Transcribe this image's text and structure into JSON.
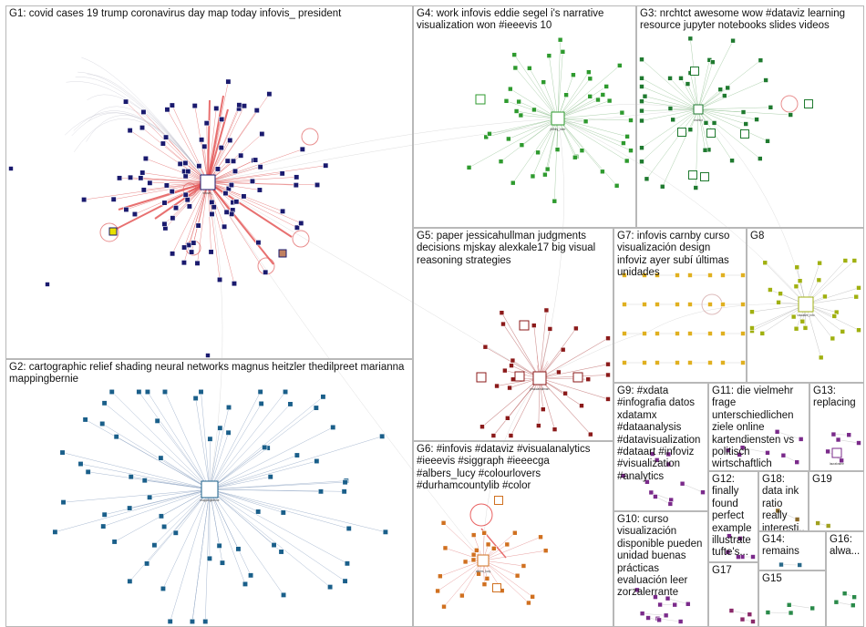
{
  "diagram": {
    "type": "network-graph-clusters",
    "edge_colors": {
      "G1": "#e06060",
      "G2": "#8aa0c0",
      "G3": "#8fbf8f",
      "G4": "#8fbf8f",
      "G5": "#c07070",
      "G6": "#e08080",
      "G7": "#c8c8c8",
      "G8": "#b0b0b0",
      "cross": "#c8c8c8"
    },
    "groups": [
      {
        "id": "G1",
        "label": "G1: covid cases 19 trump coronavirus day map today infovis_ president",
        "node_color": "#1a1a6e",
        "hub_label": "infovis_"
      },
      {
        "id": "G2",
        "label": "G2: cartographic relief shading neural networks magnus heitzler thedilpreet marianna mappingbernie",
        "node_color": "#1a5f8a",
        "hub_label": "mappingbernie"
      },
      {
        "id": "G3",
        "label": "G3: nrchtct awesome wow #dataviz learning resource jupyter notebooks slides videos",
        "node_color": "#1f7a2f",
        "hub_label": "nrchtct"
      },
      {
        "id": "G4",
        "label": "G4: work infovis eddie segel i's narrative visualization won #ieeevis 10",
        "node_color": "#2e9a2e",
        "hub_label": "jeffrey_heer"
      },
      {
        "id": "G5",
        "label": "G5: paper jessicahullman judgments decisions mjskay alexkale17 big visual reasoning strategies",
        "node_color": "#8b1a1a",
        "hub_label": "jessicahullman"
      },
      {
        "id": "G6",
        "label": "G6: #infovis #dataviz #visualanalytics #ieeevis #siggraph #ieeecga #albers_lucy #colourlovers #durhamcountylib #color",
        "node_color": "#d07020",
        "hub_label": "albers_lucy"
      },
      {
        "id": "G7",
        "label": "G7: infovis carnby curso visualización design infoviz ayer subí últimas unidades",
        "node_color": "#e0b020",
        "hub_label": ""
      },
      {
        "id": "G8",
        "label": "G8",
        "node_color": "#a0b010",
        "hub_label": "visualize_info"
      },
      {
        "id": "G9",
        "label": "G9: #xdata #infografia datos xdatamx #dataanalysis #datavisualization #dataart #infoviz #visualization #analytics",
        "node_color": "#7a2a8a",
        "hub_label": ""
      },
      {
        "id": "G10",
        "label": "G10: curso visualización disponible pueden unidad buenas prácticas evaluación leer zorzalerrante",
        "node_color": "#7a2a8a",
        "hub_label": ""
      },
      {
        "id": "G11",
        "label": "G11: die vielmehr frage unterschiedlichen ziele online kartendiensten vs politisch wirtschaftlich",
        "node_color": "#7a2a8a",
        "hub_label": ""
      },
      {
        "id": "G12",
        "label": "G12: finally found perfect example illustrate tufte's...",
        "node_color": "#7a2a8a",
        "hub_label": ""
      },
      {
        "id": "G13",
        "label": "G13: replacing",
        "node_color": "#7a2a8a",
        "hub_label": "laurakrame"
      },
      {
        "id": "G14",
        "label": "G14: remains",
        "node_color": "#2a6a8a",
        "hub_label": ""
      },
      {
        "id": "G15",
        "label": "G15",
        "node_color": "#2a8a4a",
        "hub_label": ""
      },
      {
        "id": "G16",
        "label": "G16: alwa...",
        "node_color": "#2a8a4a",
        "hub_label": ""
      },
      {
        "id": "G17",
        "label": "G17",
        "node_color": "#8a2a6a",
        "hub_label": ""
      },
      {
        "id": "G18",
        "label": "G18: data ink ratio really interesti...",
        "node_color": "#8a6a2a",
        "hub_label": ""
      },
      {
        "id": "G19",
        "label": "G19",
        "node_color": "#a0a020",
        "hub_label": ""
      }
    ]
  }
}
